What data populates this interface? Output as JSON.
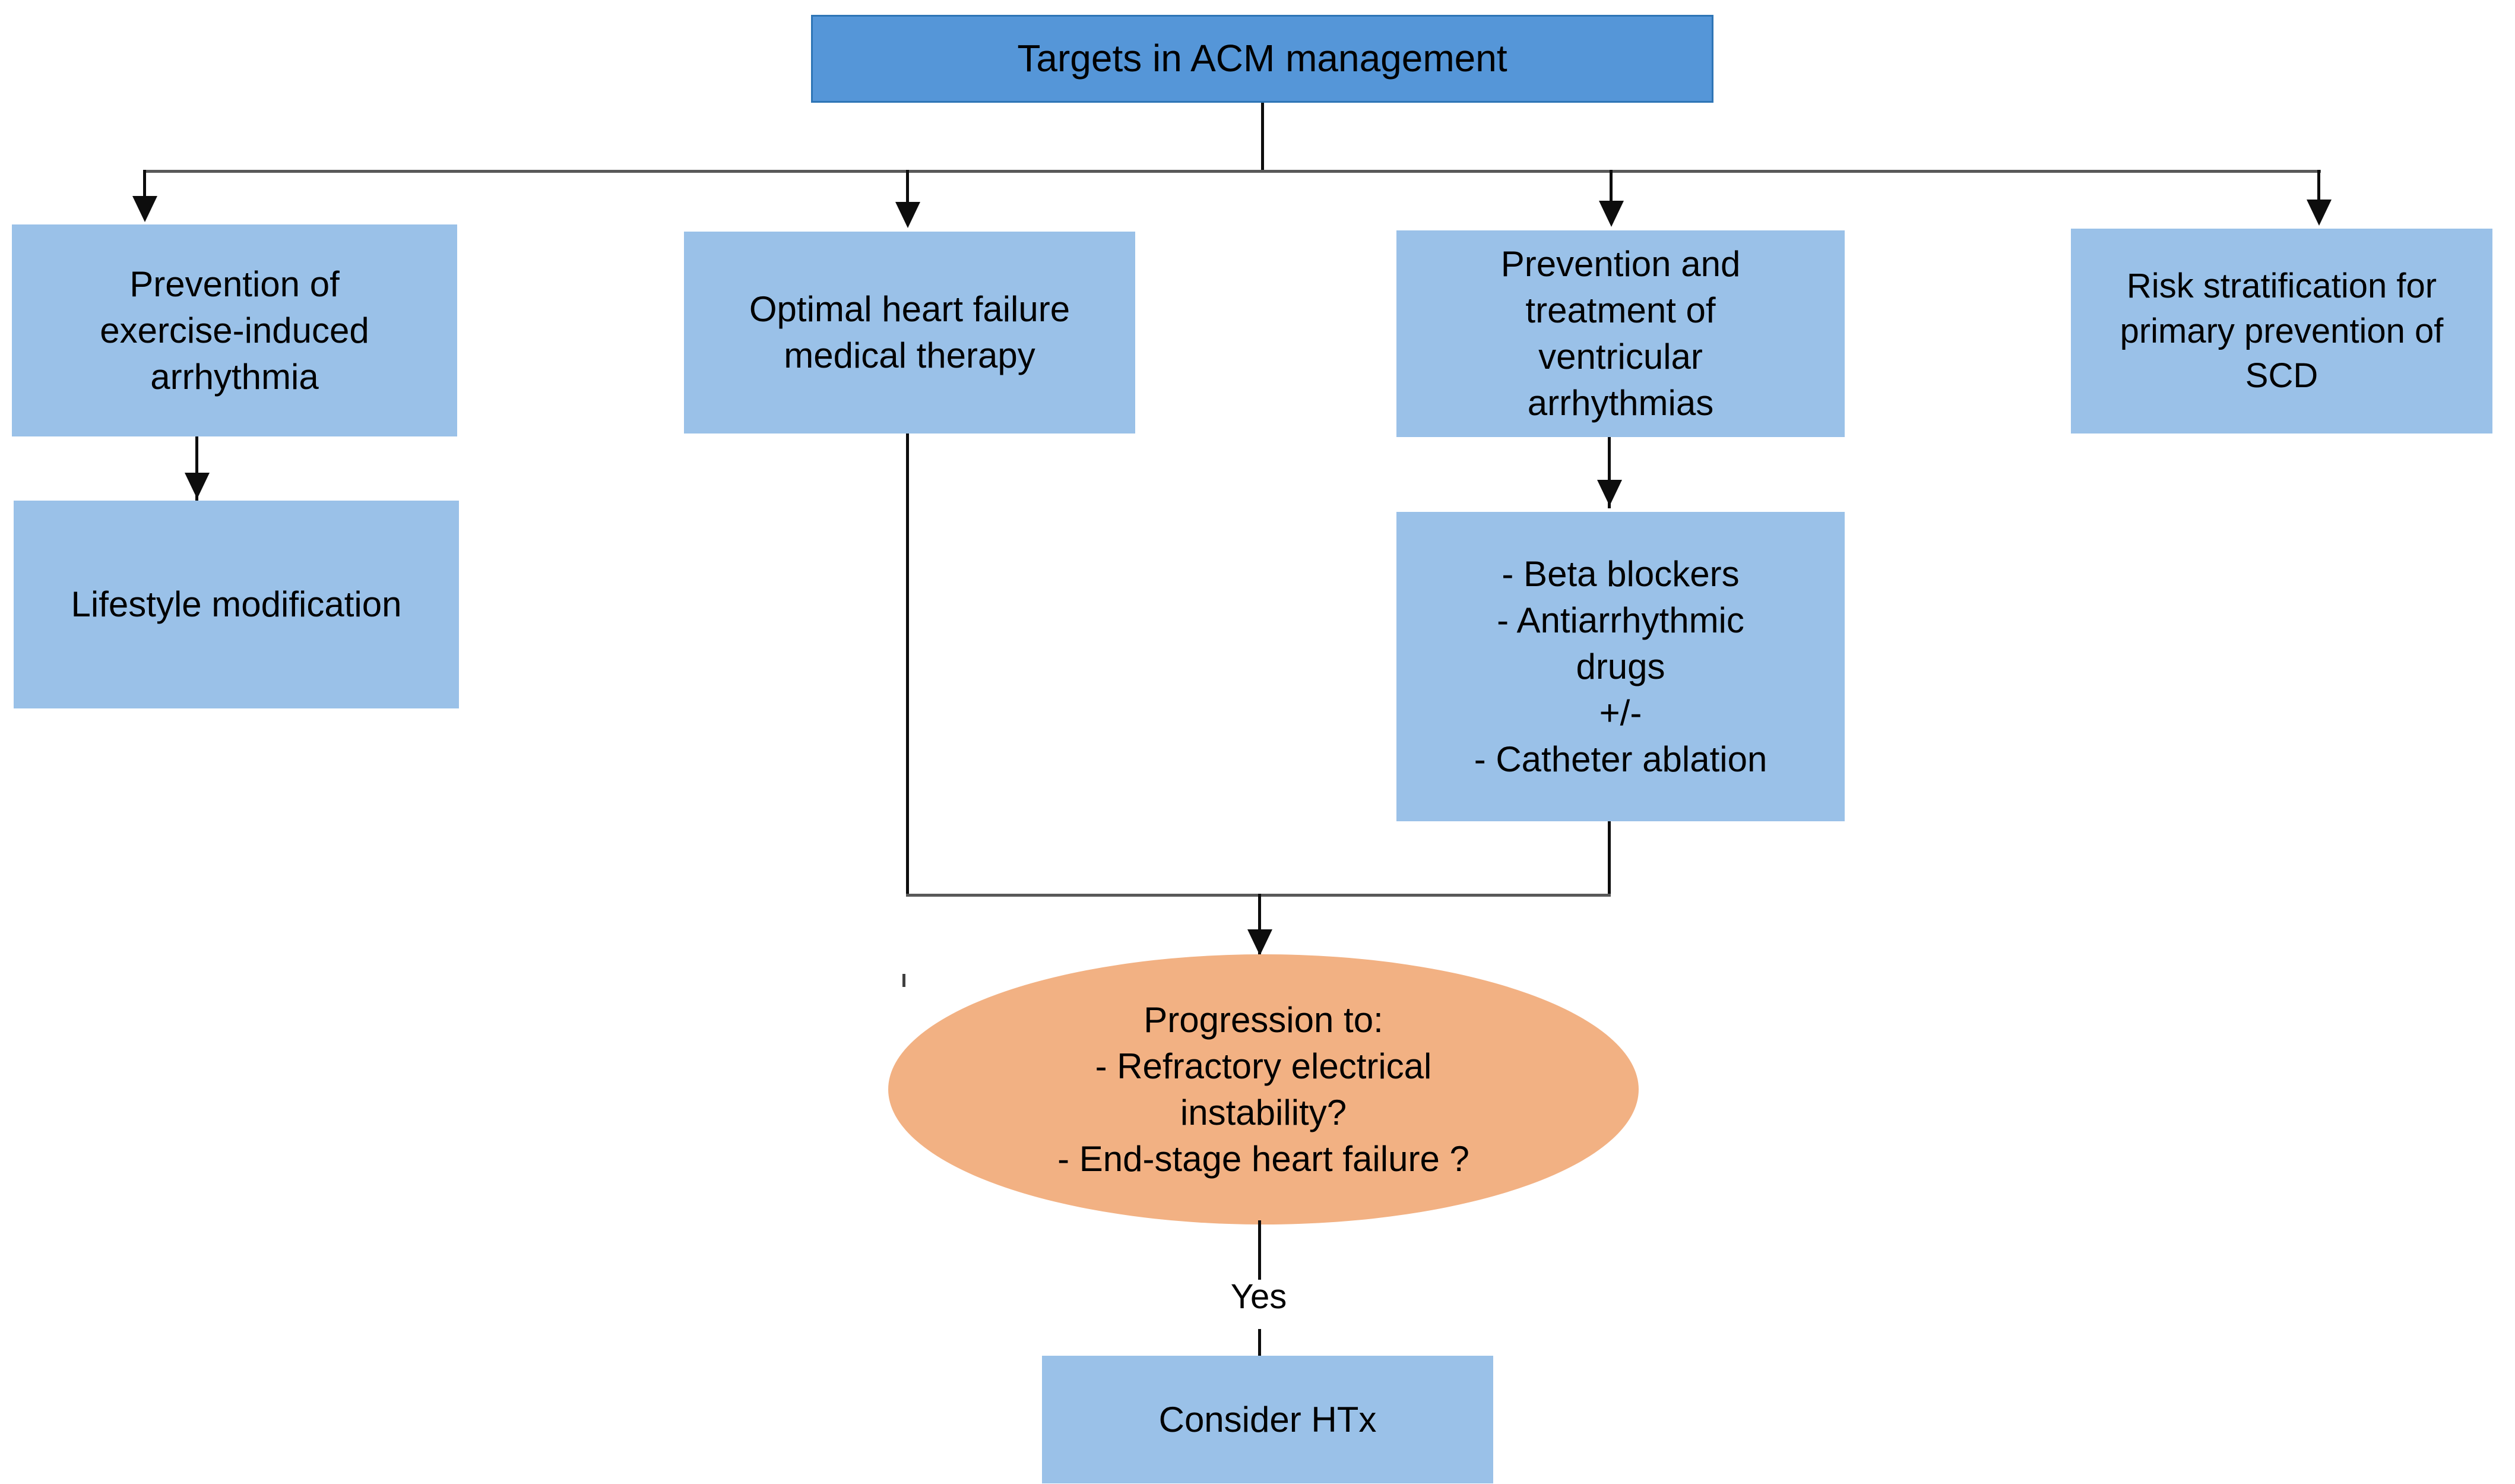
{
  "diagram": {
    "title": "Targets in ACM management",
    "root": {
      "label": "Targets in ACM management"
    },
    "branches": [
      {
        "id": "prevention-exercise",
        "label": "Prevention of\nexercise-induced\narrhythmia"
      },
      {
        "id": "optimal-hf-therapy",
        "label": "Optimal heart failure\nmedical therapy"
      },
      {
        "id": "prevention-va",
        "label": "Prevention and\ntreatment of\nventricular\narrhythmias"
      },
      {
        "id": "risk-stratification",
        "label": "Risk stratification for\nprimary prevention of\nSCD"
      }
    ],
    "children": [
      {
        "id": "lifestyle-modification",
        "label": "Lifestyle  modification"
      },
      {
        "id": "va-treatments",
        "label": "- Beta blockers\n- Antiarrhythmic\ndrugs\n+/-\n- Catheter ablation"
      }
    ],
    "decision": {
      "id": "progression-decision",
      "label": "Progression to:\n- Refractory electrical\ninstability?\n- End-stage heart failure ?"
    },
    "edge_labels": {
      "yes": "Yes"
    },
    "outcome": {
      "id": "consider-htx",
      "label": "Consider HTx"
    },
    "colors": {
      "title_fill": "#5596D8",
      "title_border": "#2E75B6",
      "node_fill": "#9AC1E8",
      "decision_fill": "#F2B183",
      "connector": "#0D0D0D",
      "connector_grey": "#595959",
      "background": "#FFFFFF",
      "text": "#000000"
    }
  }
}
